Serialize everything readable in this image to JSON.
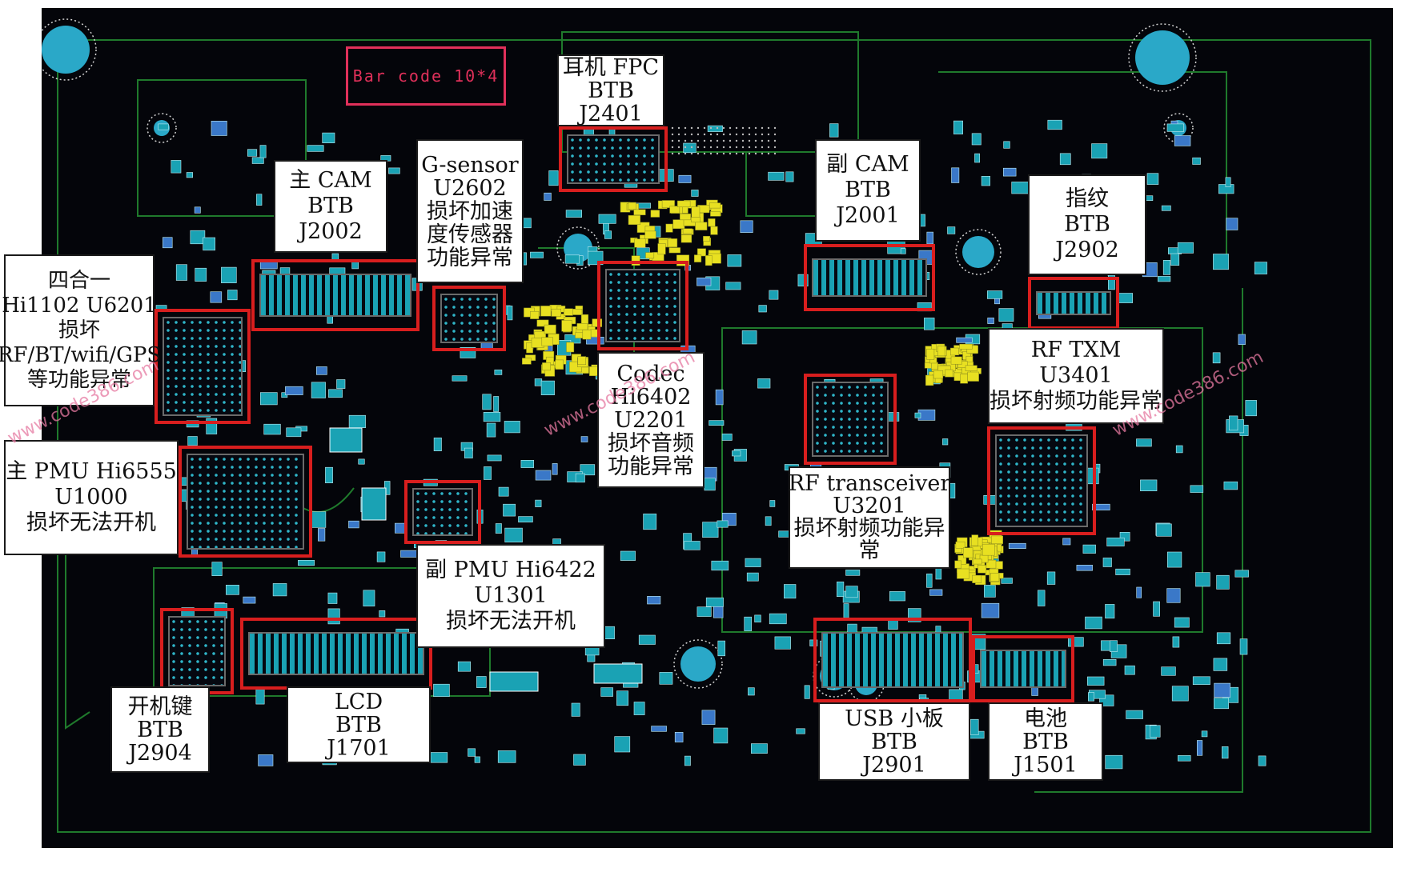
{
  "barcode_text": "Bar code 10*4",
  "watermark": "www.code386.com",
  "colors": {
    "board": "#04050a",
    "pad_cyan": "#1aa2b4",
    "pad_yellow": "#e8e021",
    "trace_green": "#1f7a2c",
    "highlight_red": "#d81e1e",
    "barcode_pink": "#e0305a"
  },
  "labels": [
    {
      "id": "headset-fpc",
      "lines": [
        "耳机 FPC",
        "BTB",
        "J2401"
      ]
    },
    {
      "id": "main-cam",
      "lines": [
        "主 CAM",
        "BTB",
        "J2002"
      ]
    },
    {
      "id": "g-sensor",
      "lines": [
        "G-sensor",
        "U2602",
        "损坏加速",
        "度传感器",
        "功能异常"
      ]
    },
    {
      "id": "sub-cam",
      "lines": [
        "副 CAM",
        "BTB",
        "J2001"
      ]
    },
    {
      "id": "fingerprint",
      "lines": [
        "指纹",
        "BTB",
        "J2902"
      ]
    },
    {
      "id": "four-in-one",
      "lines": [
        "四合一",
        "Hi1102 U6201",
        "损坏",
        "RF/BT/wifi/GPS",
        "等功能异常"
      ]
    },
    {
      "id": "codec",
      "lines": [
        "Codec",
        "Hi6402",
        "U2201",
        "损坏音频",
        "功能异常"
      ]
    },
    {
      "id": "rf-txm",
      "lines": [
        "RF TXM",
        "U3401",
        "损坏射频功能异常"
      ]
    },
    {
      "id": "main-pmu",
      "lines": [
        "主 PMU Hi6555",
        "U1000",
        "损坏无法开机"
      ]
    },
    {
      "id": "rf-transceiver",
      "lines": [
        "RF transceiver",
        "U3201",
        "损坏射频功能异",
        "常"
      ]
    },
    {
      "id": "sub-pmu",
      "lines": [
        "副 PMU Hi6422",
        "U1301",
        "损坏无法开机"
      ]
    },
    {
      "id": "power-key",
      "lines": [
        "开机键",
        "BTB",
        "J2904"
      ]
    },
    {
      "id": "lcd",
      "lines": [
        "LCD",
        "BTB",
        "J1701"
      ]
    },
    {
      "id": "usb-board",
      "lines": [
        "USB 小板",
        "BTB",
        "J2901"
      ]
    },
    {
      "id": "battery",
      "lines": [
        "电池",
        "BTB",
        "J1501"
      ]
    }
  ]
}
